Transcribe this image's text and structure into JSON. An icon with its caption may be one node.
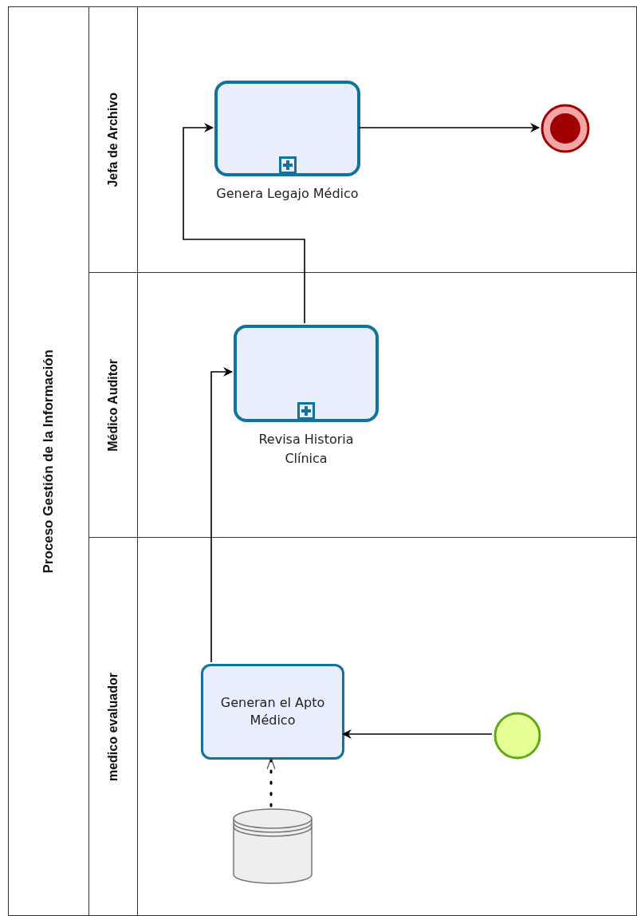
{
  "diagram": {
    "nodes": [
      {
        "text": [
          "Proceso Gestión de la Información"
        ]
      },
      {
        "text": [
          "Jefa de Archivo"
        ],
        "in": 0
      },
      {
        "text": [
          "Médico Auditor"
        ],
        "in": 0
      },
      {
        "text": [
          "medico evaluador"
        ],
        "in": 0
      },
      {
        "text": [
          "Genera Legajo Médico"
        ],
        "in": 1
      },
      {
        "text": [],
        "shape": "circle",
        "in": 1
      },
      {
        "text": [
          "Revisa Historia Clínica"
        ],
        "in": 2
      },
      {
        "text": [
          "Generan el Apto Médico"
        ],
        "in": 3
      },
      {
        "text": [],
        "shape": "circle",
        "in": 3
      },
      {
        "text": [],
        "shape": "cylinder",
        "in": 3
      }
    ],
    "edges": [
      {
        "from": 8,
        "to": 7,
        "arrow": "to"
      },
      {
        "from": 7,
        "to": 6,
        "arrow": "to"
      },
      {
        "from": 6,
        "to": 4,
        "arrow": "to"
      },
      {
        "from": 4,
        "to": 5,
        "arrow": "to"
      },
      {
        "from": 9,
        "to": 7,
        "arrow": "to",
        "style": "dashed"
      }
    ]
  }
}
